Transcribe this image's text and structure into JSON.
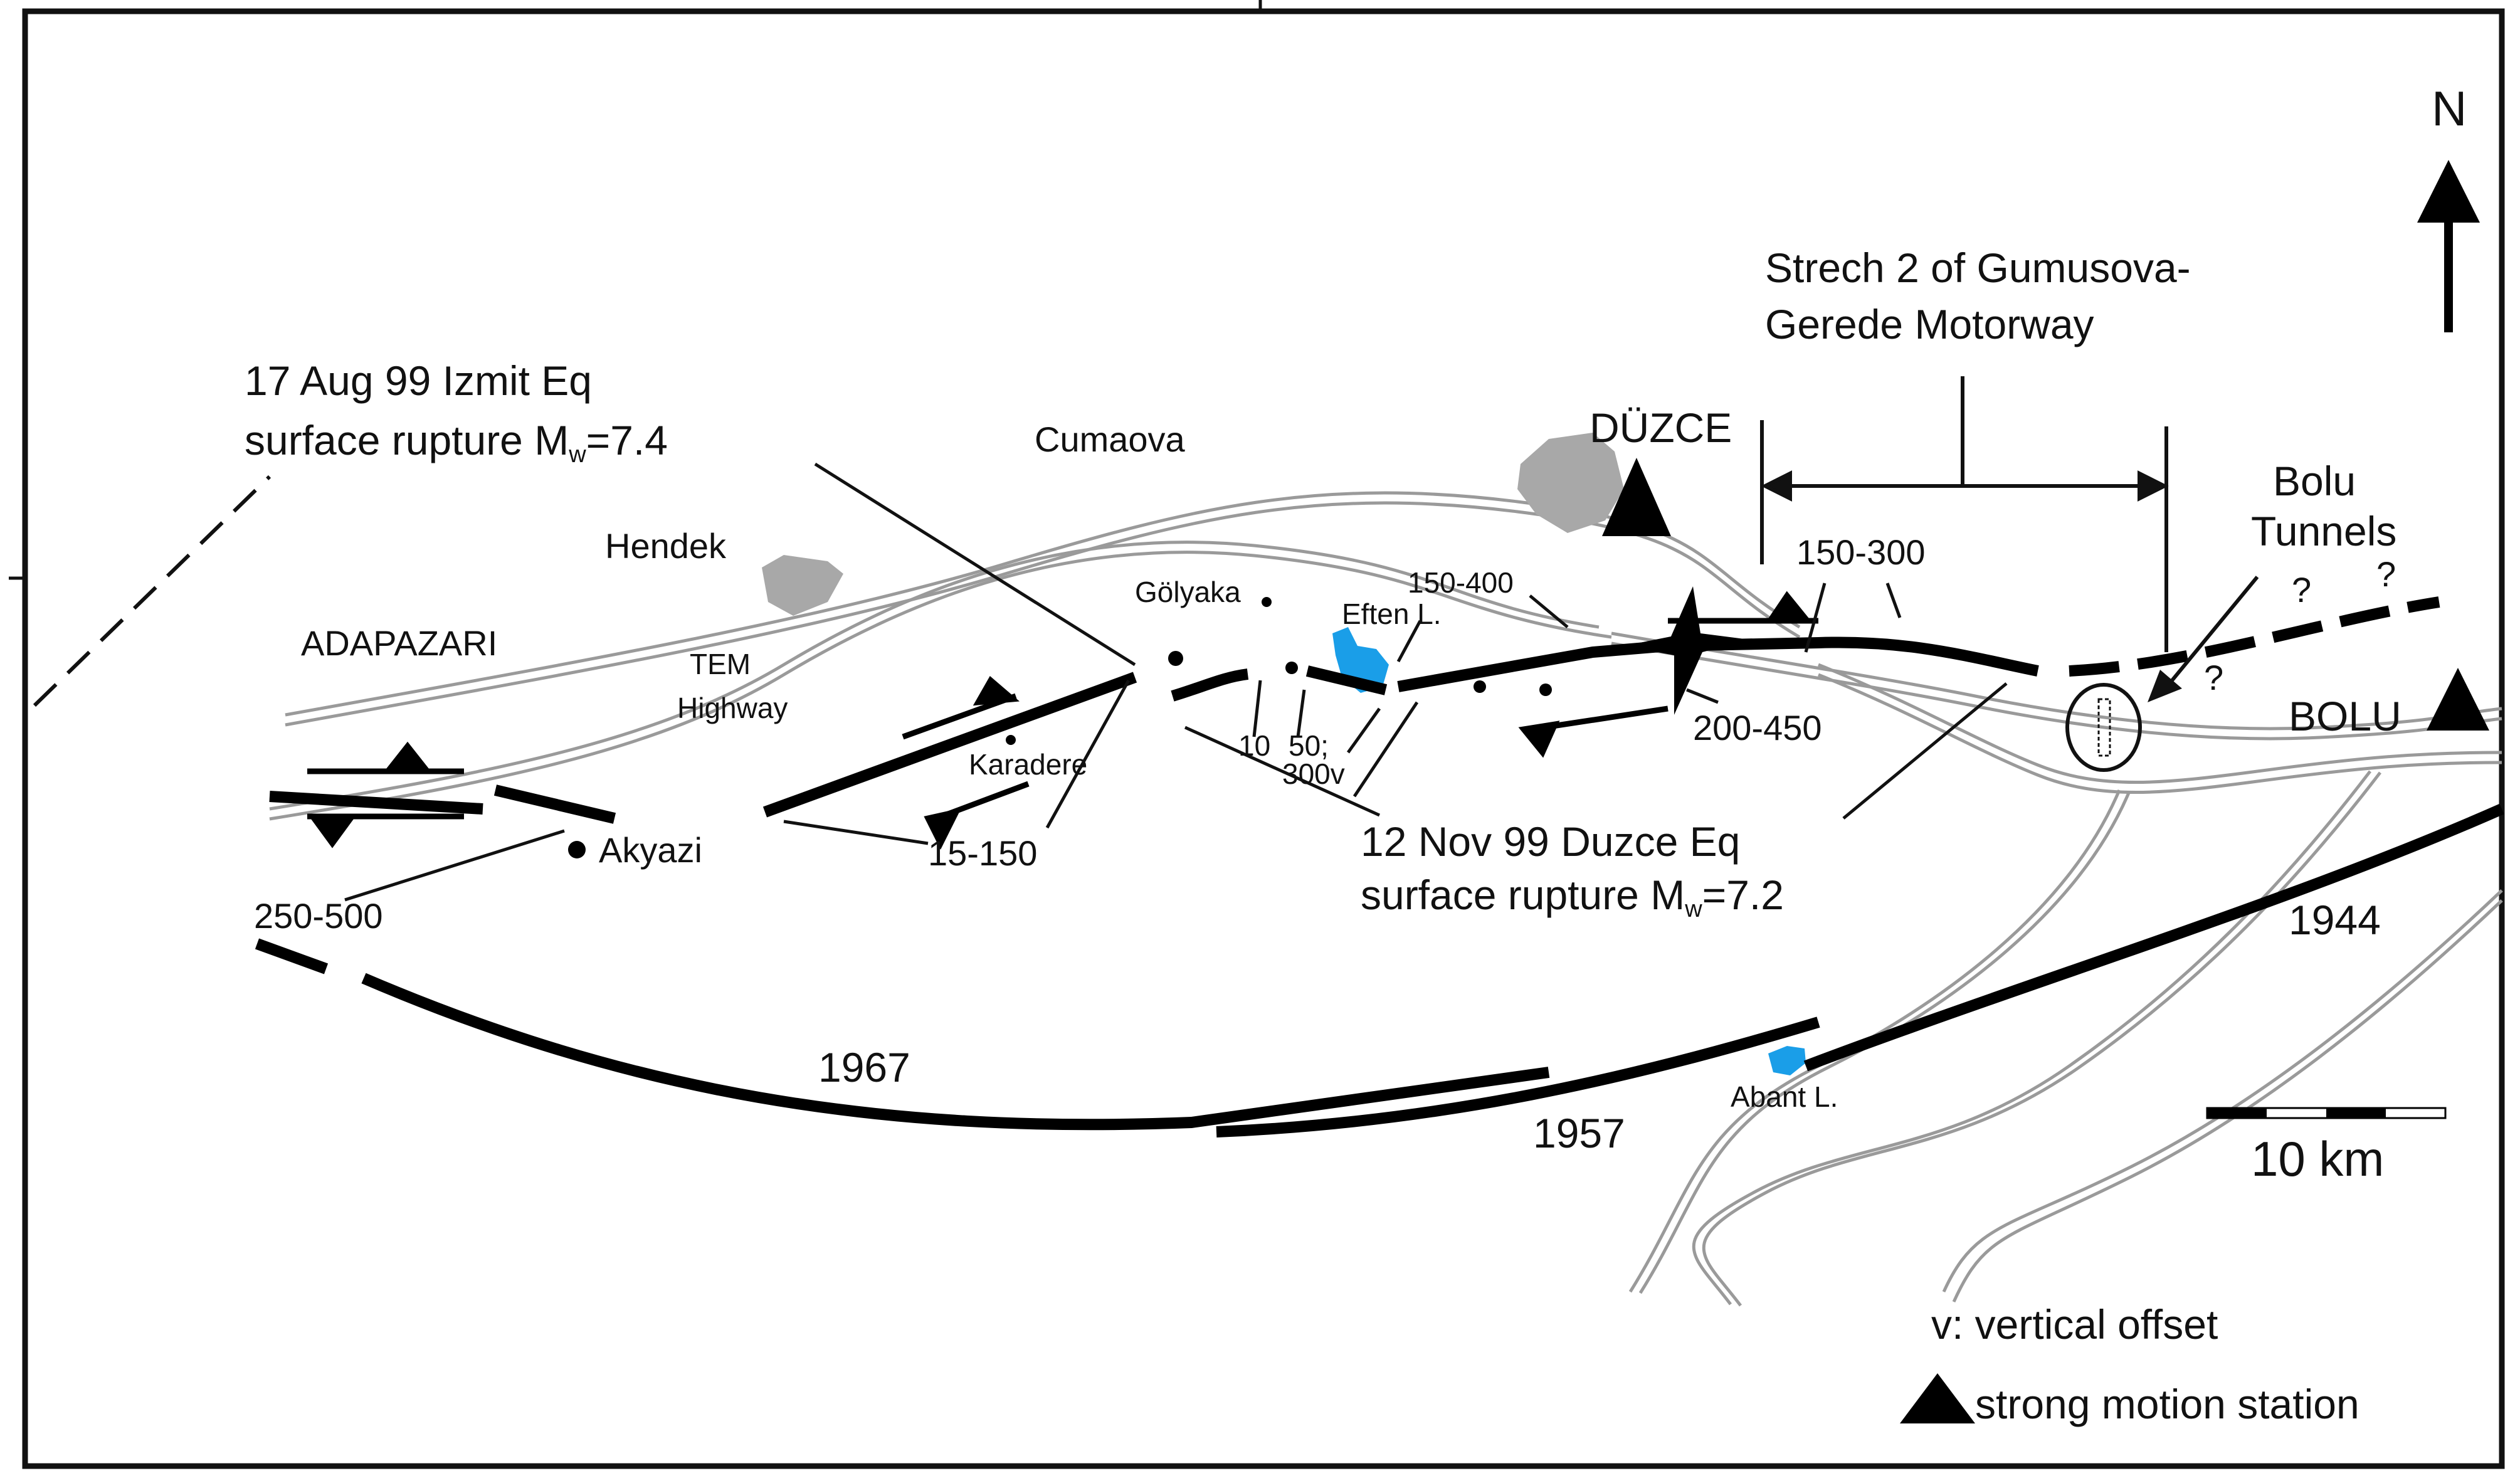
{
  "colors": {
    "frame": "#111111",
    "rupture": "#000000",
    "road": "#9a9a9a",
    "lake": "#1a9ee8",
    "town": "#a8a8a8",
    "text": "#111111"
  },
  "north_label": "N",
  "labels": {
    "stretch_line1": "Strech 2 of Gumusova-",
    "stretch_line2": "Gerede Motorway",
    "izmit_line1": "17 Aug 99 Izmit Eq",
    "izmit_line2_pre": "surface rupture M",
    "izmit_line2_sub": "w",
    "izmit_line2_post": "=7.4",
    "duzce_eq_line1": "12 Nov 99 Duzce Eq",
    "duzce_eq_line2_pre": "surface rupture M",
    "duzce_eq_line2_sub": "w",
    "duzce_eq_line2_post": "=7.2"
  },
  "places": {
    "duzce": "DÜZCE",
    "cumaova": "Cumaova",
    "hendek": "Hendek",
    "adapazari": "ADAPAZARI",
    "tem_line1": "TEM",
    "tem_line2": "Highway",
    "golyaka": "Gölyaka",
    "eften": "Eften L.",
    "karadere": "Karadere",
    "akyazi": "Akyazi",
    "bolu": "BOLU",
    "bolu_tunnels_line1": "Bolu",
    "bolu_tunnels_line2": "Tunnels",
    "abant": "Abant L."
  },
  "offsets": {
    "o150_300": "150-300",
    "o150_400": "150-400",
    "o200_450": "200-450",
    "o15_150": "15-150",
    "o250_500": "250-500",
    "o10": "10",
    "o50_line1": "50;",
    "o50_line2": "300v"
  },
  "uncertain_marks": [
    "?",
    "?",
    "?"
  ],
  "historic_ruptures": {
    "y1967": "1967",
    "y1957": "1957",
    "y1944": "1944"
  },
  "scale": {
    "label": "10 km"
  },
  "legend": {
    "vertical_offset": "v: vertical offset",
    "station": "strong motion station"
  }
}
